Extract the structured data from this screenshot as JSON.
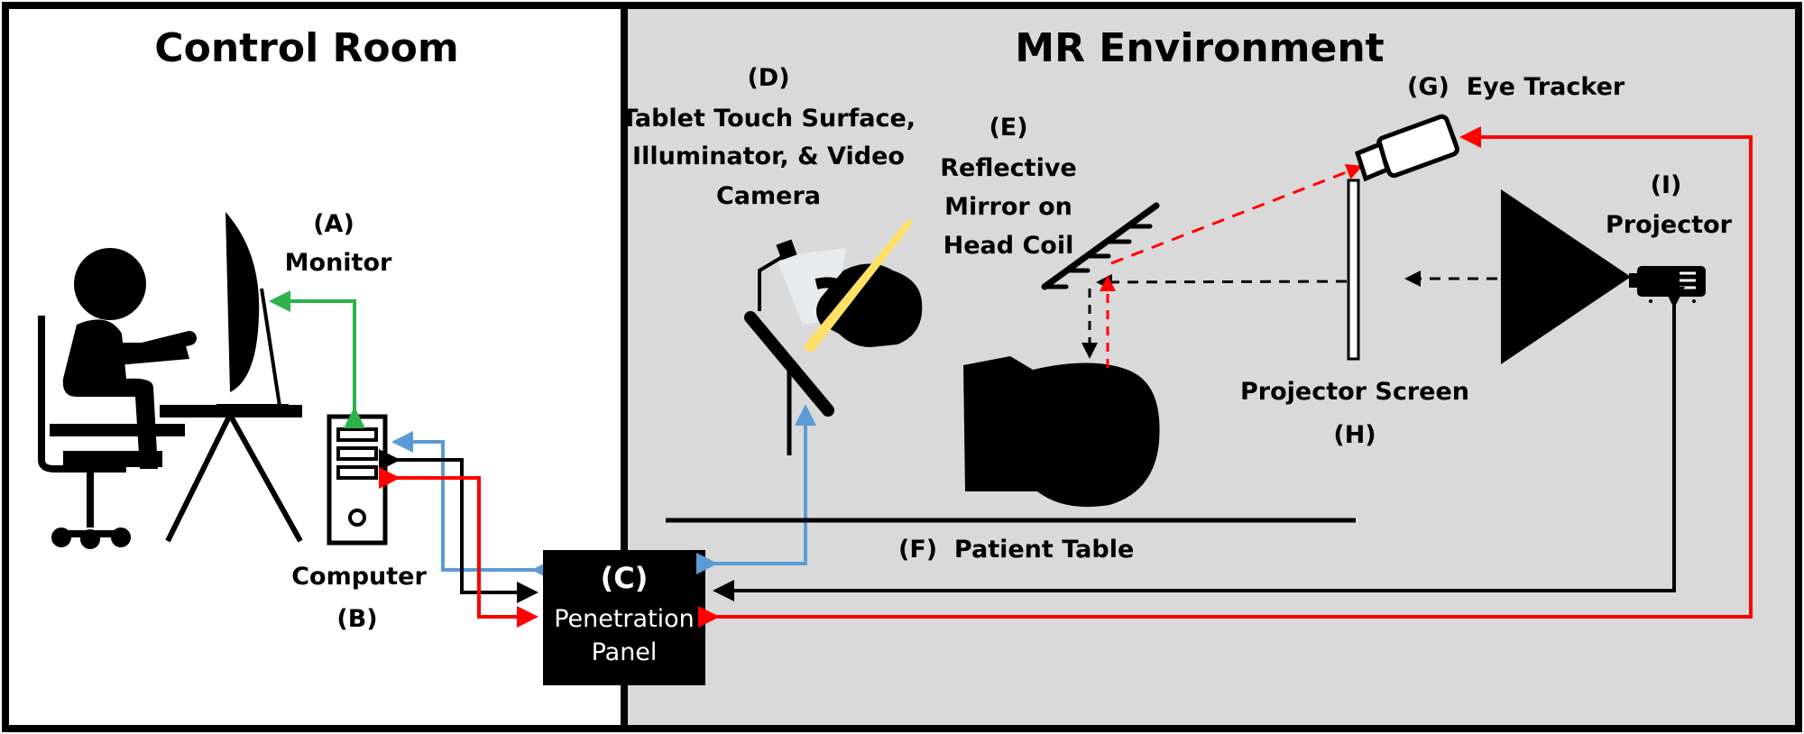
{
  "titles": {
    "control_room": "Control Room",
    "mr_environment": "MR Environment"
  },
  "labels": {
    "a_letter": "(A)",
    "a_name": "Monitor",
    "b_name": "Computer",
    "b_letter": "(B)",
    "c_letter": "(C)",
    "c_line1": "Penetration",
    "c_line2": "Panel",
    "d_letter": "(D)",
    "d_line1": "Tablet Touch Surface,",
    "d_line2": "Illuminator, & Video",
    "d_line3": "Camera",
    "e_letter": "(E)",
    "e_line1": "Reflective",
    "e_line2": "Mirror on",
    "e_line3": "Head Coil",
    "f_label": "(F)  Patient Table",
    "g_label": "(G)  Eye Tracker",
    "h_name": "Projector Screen",
    "h_letter": "(H)",
    "i_letter": "(I)",
    "i_name": "Projector"
  },
  "colors": {
    "mr_background": "#d9d9d9",
    "border": "#000000",
    "blue_cable": "#5b9bd5",
    "red_cable": "#ff0000",
    "green_cable": "#2db34a",
    "pen_yellow": "#ffe066"
  }
}
